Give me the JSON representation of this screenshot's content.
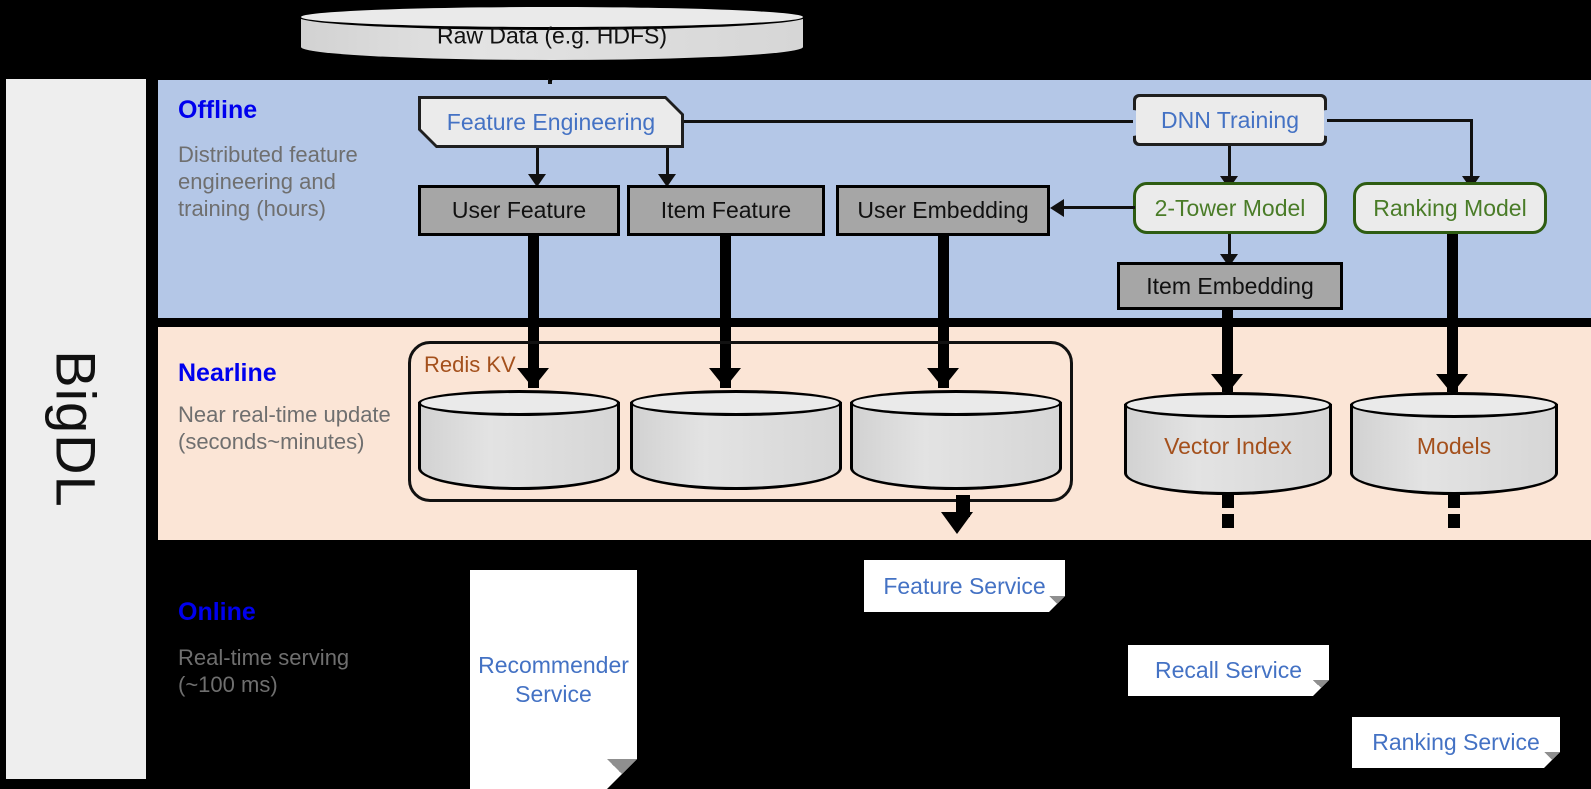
{
  "framework": {
    "name": "BigDL"
  },
  "bands": {
    "offline": {
      "title": "Offline",
      "subtitle": "Distributed feature engineering and training (hours)",
      "color": "#b4c7e7"
    },
    "nearline": {
      "title": "Nearline",
      "subtitle": "Near real-time update (seconds~minutes)",
      "color": "#fbe5d6"
    },
    "online": {
      "title": "Online",
      "subtitle": "Real-time serving (~100 ms)",
      "color": "#000000"
    }
  },
  "source": {
    "raw_data": "Raw Data (e.g. HDFS)"
  },
  "offline": {
    "feature_engineering": "Feature Engineering",
    "dnn_training": "DNN Training",
    "user_feature": "User Feature",
    "item_feature": "Item Feature",
    "user_embedding": "User Embedding",
    "two_tower_model": "2-Tower Model",
    "ranking_model": "Ranking Model",
    "item_embedding": "Item Embedding"
  },
  "nearline": {
    "redis_kv": "Redis KV",
    "vector_index": "Vector Index",
    "models": "Models"
  },
  "online": {
    "recommender_service": "Recommender Service",
    "feature_service": "Feature Service",
    "recall_service": "Recall Service",
    "ranking_service": "Ranking Service"
  },
  "colors": {
    "offline_band": "#b4c7e7",
    "nearline_band": "#fbe5d6",
    "online_band": "#000000",
    "band_title": "#0000ee",
    "band_subtitle": "#6f6f6f",
    "blue_text": "#4472c4",
    "green_text": "#4a7c28",
    "brown_text": "#a4501c",
    "gray_box": "#a6a6a6",
    "proc_box": "#ebebeb",
    "rail": "#eeeeee"
  }
}
